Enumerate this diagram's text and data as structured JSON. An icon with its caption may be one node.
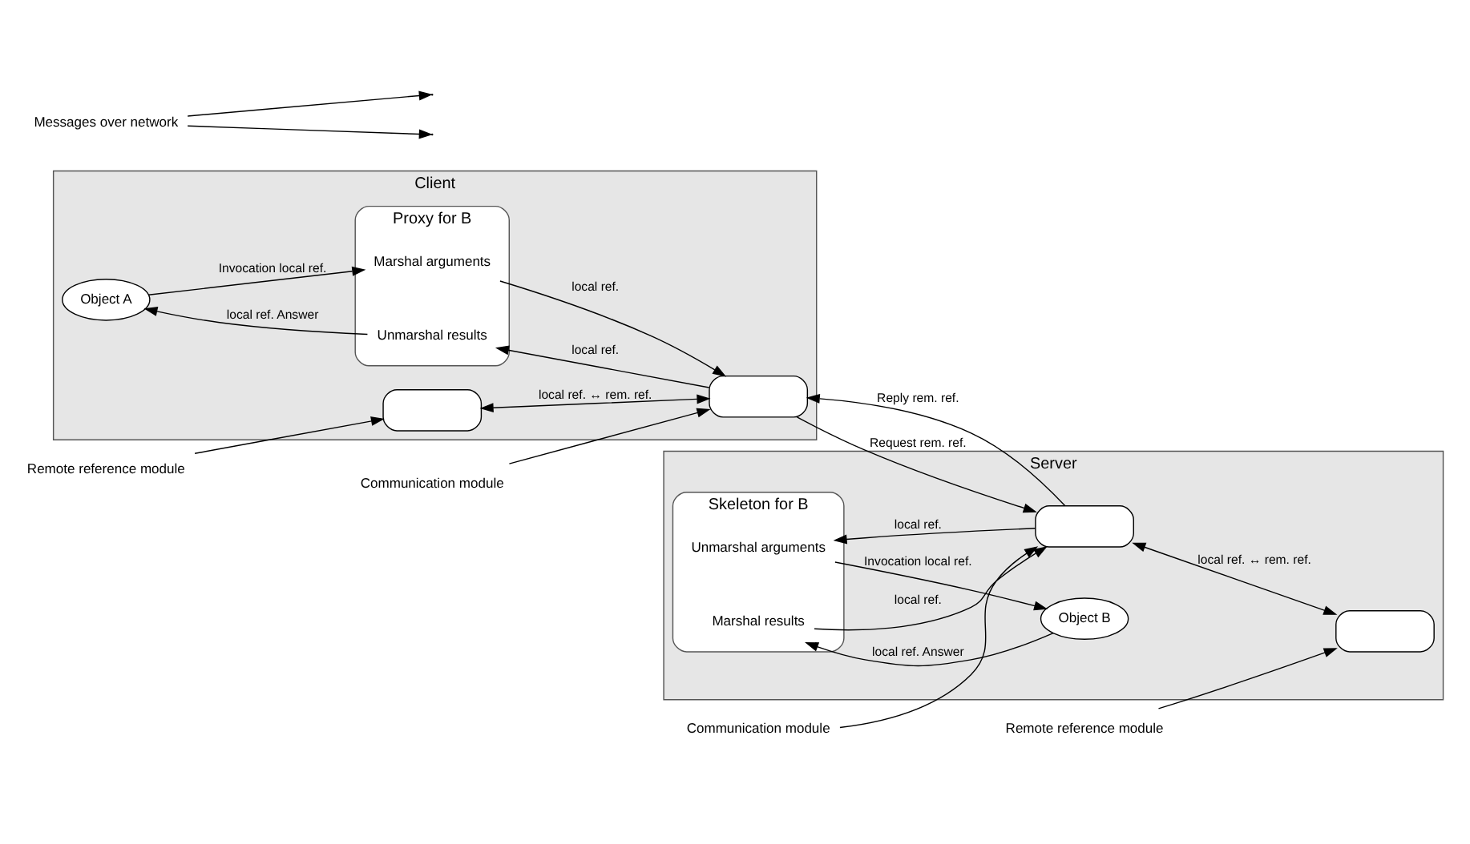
{
  "diagram": {
    "nodes": [
      {
        "text": [
          "Client"
        ]
      },
      {
        "text": [
          "Object A"
        ],
        "in": 0
      },
      {
        "text": [
          "Proxy for B"
        ],
        "in": 0
      },
      {
        "text": [
          "Marshal arguments"
        ],
        "in": 2
      },
      {
        "text": [
          "Unmarshal results"
        ],
        "in": 2
      },
      {
        "text": [],
        "shape": "box",
        "in": 0
      },
      {
        "text": [],
        "shape": "box",
        "in": 0
      },
      {
        "text": [
          "Server"
        ]
      },
      {
        "text": [
          "Skeleton for B"
        ],
        "in": 7
      },
      {
        "text": [
          "Unmarshal arguments"
        ],
        "in": 8
      },
      {
        "text": [
          "Marshal results"
        ],
        "in": 8
      },
      {
        "text": [
          "Object B"
        ],
        "in": 7
      },
      {
        "text": [],
        "shape": "box",
        "in": 7
      },
      {
        "text": [],
        "shape": "box",
        "in": 7
      },
      {
        "text": [
          "Remote reference module"
        ]
      },
      {
        "text": [
          "Communication module"
        ]
      },
      {
        "text": [
          "Communication module"
        ]
      },
      {
        "text": [
          "Remote reference module"
        ]
      },
      {
        "text": [
          "Messages over network"
        ]
      }
    ],
    "edges": [
      {
        "from": 1,
        "to": 3,
        "arrow": "to",
        "label": "Invocation local ref."
      },
      {
        "from": 4,
        "to": 1,
        "arrow": "to",
        "label": "local ref. Answer"
      },
      {
        "from": 3,
        "to": 6,
        "arrow": "to",
        "label": "local ref."
      },
      {
        "from": 6,
        "to": 4,
        "arrow": "to",
        "label": "local ref."
      },
      {
        "from": 5,
        "to": 6,
        "arrow": "both",
        "label": "local ref. ↔ rem. ref."
      },
      {
        "from": 6,
        "to": 12,
        "arrow": "to",
        "label": "Request rem. ref."
      },
      {
        "from": 12,
        "to": 6,
        "arrow": "to",
        "label": "Reply rem. ref."
      },
      {
        "from": 12,
        "to": 9,
        "arrow": "to",
        "label": "local ref."
      },
      {
        "from": 10,
        "to": 12,
        "arrow": "to",
        "label": "local ref."
      },
      {
        "from": 9,
        "to": 11,
        "arrow": "to",
        "label": "Invocation local ref."
      },
      {
        "from": 11,
        "to": 10,
        "arrow": "to",
        "label": "local ref. Answer"
      },
      {
        "from": 12,
        "to": 13,
        "arrow": "both",
        "label": "local ref. ↔ rem. ref."
      },
      {
        "from": 14,
        "to": 5,
        "arrow": "to"
      },
      {
        "from": 15,
        "to": 6,
        "arrow": "to"
      },
      {
        "from": 16,
        "to": 12,
        "arrow": "to"
      },
      {
        "from": 17,
        "to": 13,
        "arrow": "to"
      },
      {
        "from": 18,
        "to": null,
        "arrow": "to"
      },
      {
        "from": 18,
        "to": null,
        "arrow": "to"
      }
    ]
  }
}
